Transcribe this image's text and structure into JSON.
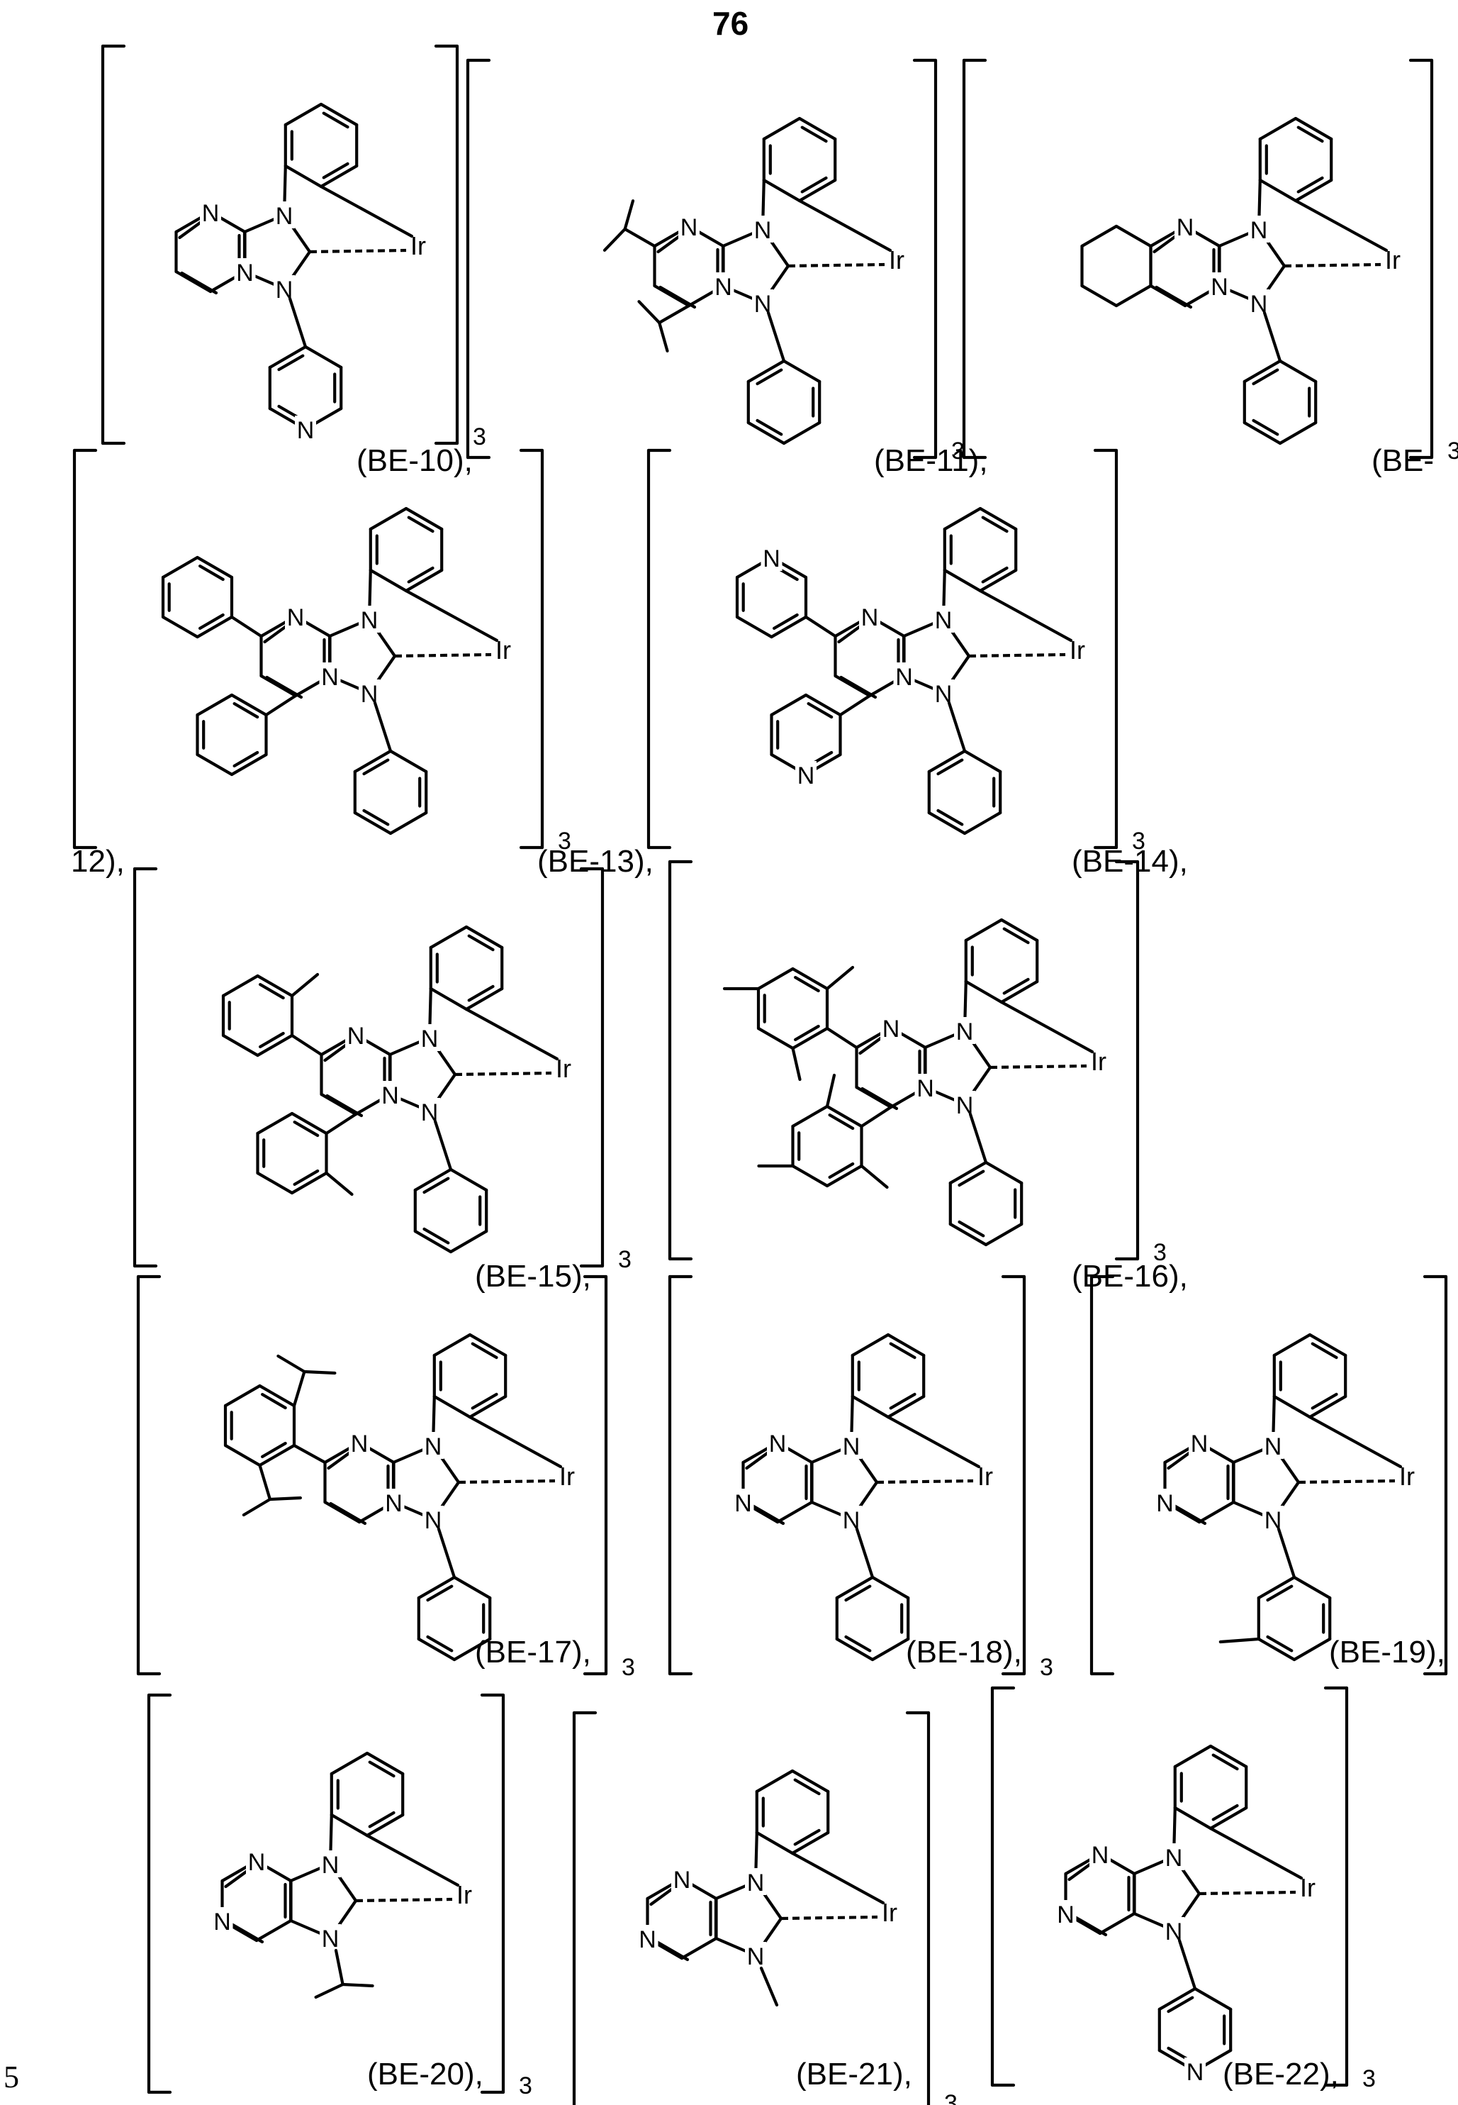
{
  "page_number": "76",
  "line_number": "5",
  "bracket_subscript": "3",
  "metal": "Ir",
  "atom_N": "N",
  "structures": [
    {
      "id": "BE-10",
      "caption": "(BE-10),",
      "ring": "pyrazine",
      "n_sub": "pyridyl",
      "backbone": "none"
    },
    {
      "id": "BE-11",
      "caption": "(BE-11),",
      "ring": "pyrazine",
      "n_sub": "phenyl",
      "backbone": "diisopropyl"
    },
    {
      "id": "BE-12",
      "caption": "(BE-",
      "caption_cont": "12),",
      "ring": "pyrazine",
      "n_sub": "phenyl",
      "backbone": "cyclohexo"
    },
    {
      "id": "BE-13",
      "caption": "(BE-13),",
      "ring": "pyrazine",
      "n_sub": "phenyl",
      "backbone": "diphenyl"
    },
    {
      "id": "BE-14",
      "caption": "(BE-14),",
      "ring": "pyrazine",
      "n_sub": "phenyl",
      "backbone": "di-3-pyridyl"
    },
    {
      "id": "BE-15",
      "caption": "(BE-15),",
      "ring": "pyrazine",
      "n_sub": "phenyl",
      "backbone": "di-o-tolyl"
    },
    {
      "id": "BE-16",
      "caption": "(BE-16),",
      "ring": "pyrazine",
      "n_sub": "phenyl",
      "backbone": "dimesityl"
    },
    {
      "id": "BE-17",
      "caption": "(BE-17),",
      "ring": "pyrazine",
      "n_sub": "phenyl",
      "backbone": "2,6-diisopropylphenyl"
    },
    {
      "id": "BE-18",
      "caption": "(BE-18),",
      "ring": "pyrimidine",
      "n_sub": "phenyl",
      "backbone": "none"
    },
    {
      "id": "BE-19",
      "caption": "(BE-19),",
      "ring": "pyrimidine",
      "n_sub": "o-tolyl",
      "backbone": "none"
    },
    {
      "id": "BE-20",
      "caption": "(BE-20),",
      "ring": "pyrimidine",
      "n_sub": "isopropyl",
      "backbone": "none"
    },
    {
      "id": "BE-21",
      "caption": "(BE-21),",
      "ring": "pyrimidine",
      "n_sub": "methyl",
      "backbone": "none"
    },
    {
      "id": "BE-22",
      "caption": "(BE-22),",
      "ring": "pyrimidine",
      "n_sub": "pyridyl",
      "backbone": "none"
    }
  ]
}
